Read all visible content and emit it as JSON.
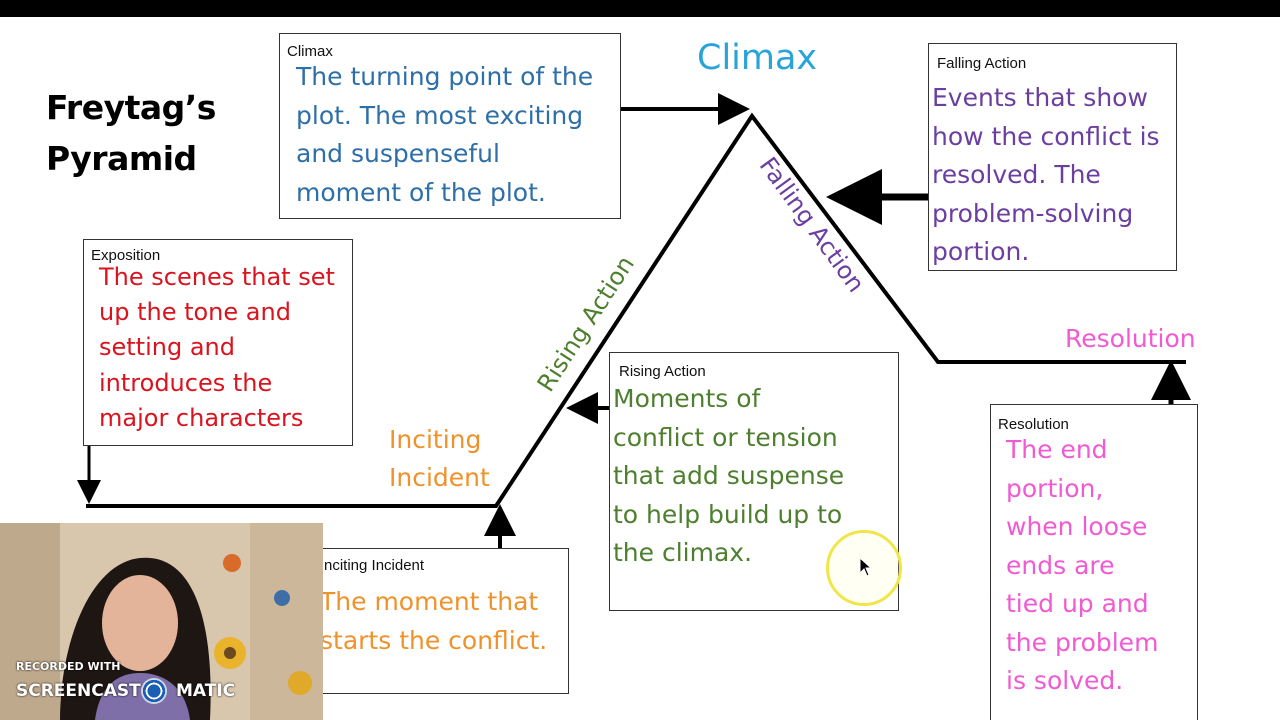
{
  "title_line1": "Freytag’s",
  "title_line2": "Pyramid",
  "plot_labels": {
    "climax": "Climax",
    "falling_action": "Falling Action",
    "rising_action": "Rising Action",
    "inciting_incident_line1": "Inciting",
    "inciting_incident_line2": "Incident",
    "resolution": "Resolution"
  },
  "boxes": {
    "climax": {
      "heading": "Climax",
      "lines": [
        "The turning point of the",
        "plot. The most exciting",
        "and suspenseful",
        "moment of the plot."
      ]
    },
    "falling_action": {
      "heading": "Falling Action",
      "lines": [
        "Events that show",
        "how the conflict is",
        "resolved. The",
        "problem-solving",
        "portion."
      ]
    },
    "exposition": {
      "heading": "Exposition",
      "lines": [
        "The scenes that set",
        "up the tone and",
        "setting and",
        "introduces the",
        "major characters"
      ]
    },
    "rising_action": {
      "heading": "Rising Action",
      "lines": [
        "Moments of",
        "conflict or tension",
        "that add suspense",
        "to help build up to",
        "the climax."
      ]
    },
    "inciting_incident": {
      "heading": "nciting Incident",
      "lines": [
        "The moment that",
        "starts the conflict."
      ]
    },
    "resolution": {
      "heading": "Resolution",
      "lines": [
        "The end",
        "portion,",
        "when loose",
        "ends are",
        "tied up and",
        "the problem",
        "is solved."
      ]
    }
  },
  "watermark": {
    "recorded_with": "RECORDED WITH",
    "brand_left": "SCREENCAST",
    "brand_right": "MATIC"
  },
  "colors": {
    "climax": "#2aa3d9",
    "climax_box_text": "#2e6fa8",
    "falling_action": "#6b3fa0",
    "exposition": "#d9141e",
    "rising_action": "#4e7f2e",
    "inciting_incident": "#f0922b",
    "resolution": "#f05ad2"
  }
}
